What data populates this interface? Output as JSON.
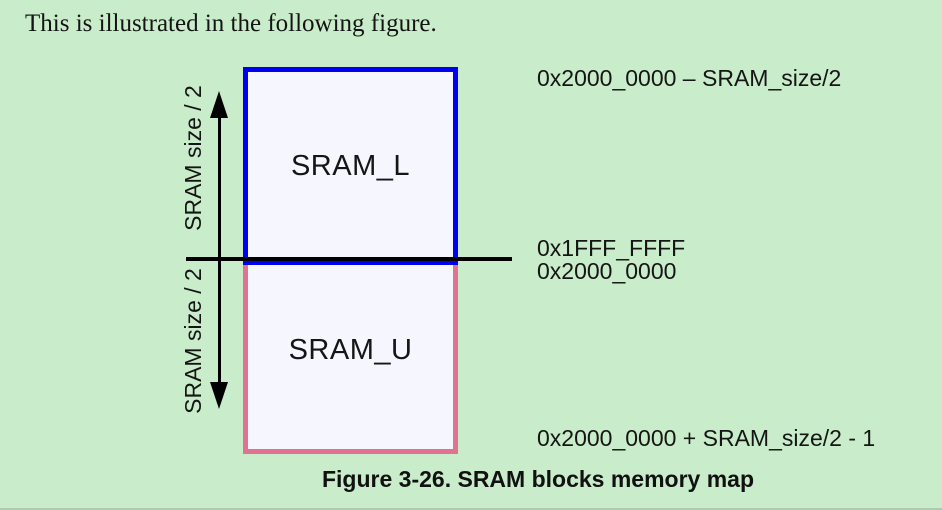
{
  "page": {
    "intro_text": "This is illustrated in the following figure.",
    "caption": "Figure 3-26. SRAM blocks memory map"
  },
  "figure": {
    "blocks": [
      {
        "label": "SRAM_L"
      },
      {
        "label": "SRAM_U"
      }
    ],
    "size_labels": {
      "upper": "SRAM size / 2",
      "lower": "SRAM size / 2"
    },
    "addresses": {
      "top": "0x2000_0000 – SRAM_size/2",
      "boundary_upper": "0x1FFF_FFFF",
      "boundary_lower": "0x2000_0000",
      "bottom": "0x2000_0000 + SRAM_size/2 - 1"
    },
    "colors": {
      "page_background": "#c9ecca",
      "block_fill": "#f5f6fe",
      "sram_l_border": "#0101f2",
      "sram_u_border": "#e0738f",
      "line": "#000000",
      "text": "#1b1b1b"
    }
  }
}
